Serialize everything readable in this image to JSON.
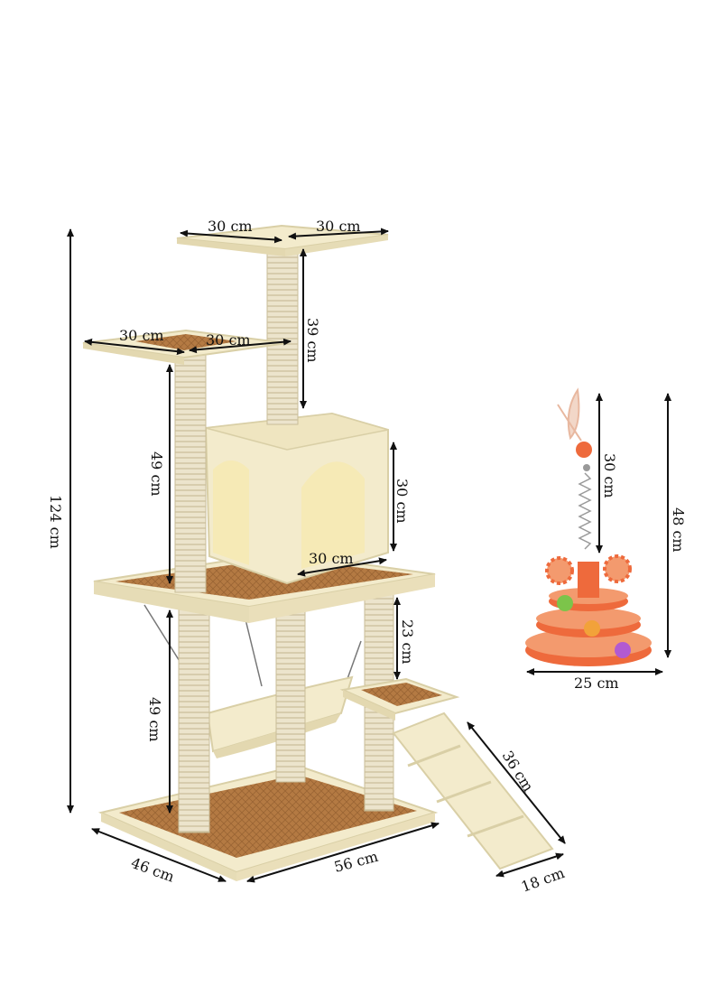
{
  "colors": {
    "plush": "#f3ebcc",
    "plush_shadow": "#d9cfa6",
    "sisal": "#ece4cc",
    "sisal_line": "#c9bd98",
    "mat": "#b47a43",
    "mat_dark": "#9a6434",
    "house_inner": "#f6eab6",
    "toy_orange": "#ee6a3c",
    "toy_light": "#f39a6e"
  },
  "labels": {
    "top_left": "30 cm",
    "top_right": "30 cm",
    "post_top": "39 cm",
    "mid_left": "30 cm",
    "mid_right": "30 cm",
    "post_mid": "49 cm",
    "house_height": "30 cm",
    "house_width": "30 cm",
    "lower_post": "49 cm",
    "step_height": "23 cm",
    "ramp_length": "36 cm",
    "ramp_width": "18 cm",
    "total_height": "124 cm",
    "base_depth": "46 cm",
    "base_width": "56 cm",
    "toy_wand": "30 cm",
    "toy_height": "48 cm",
    "toy_width": "25 cm"
  }
}
